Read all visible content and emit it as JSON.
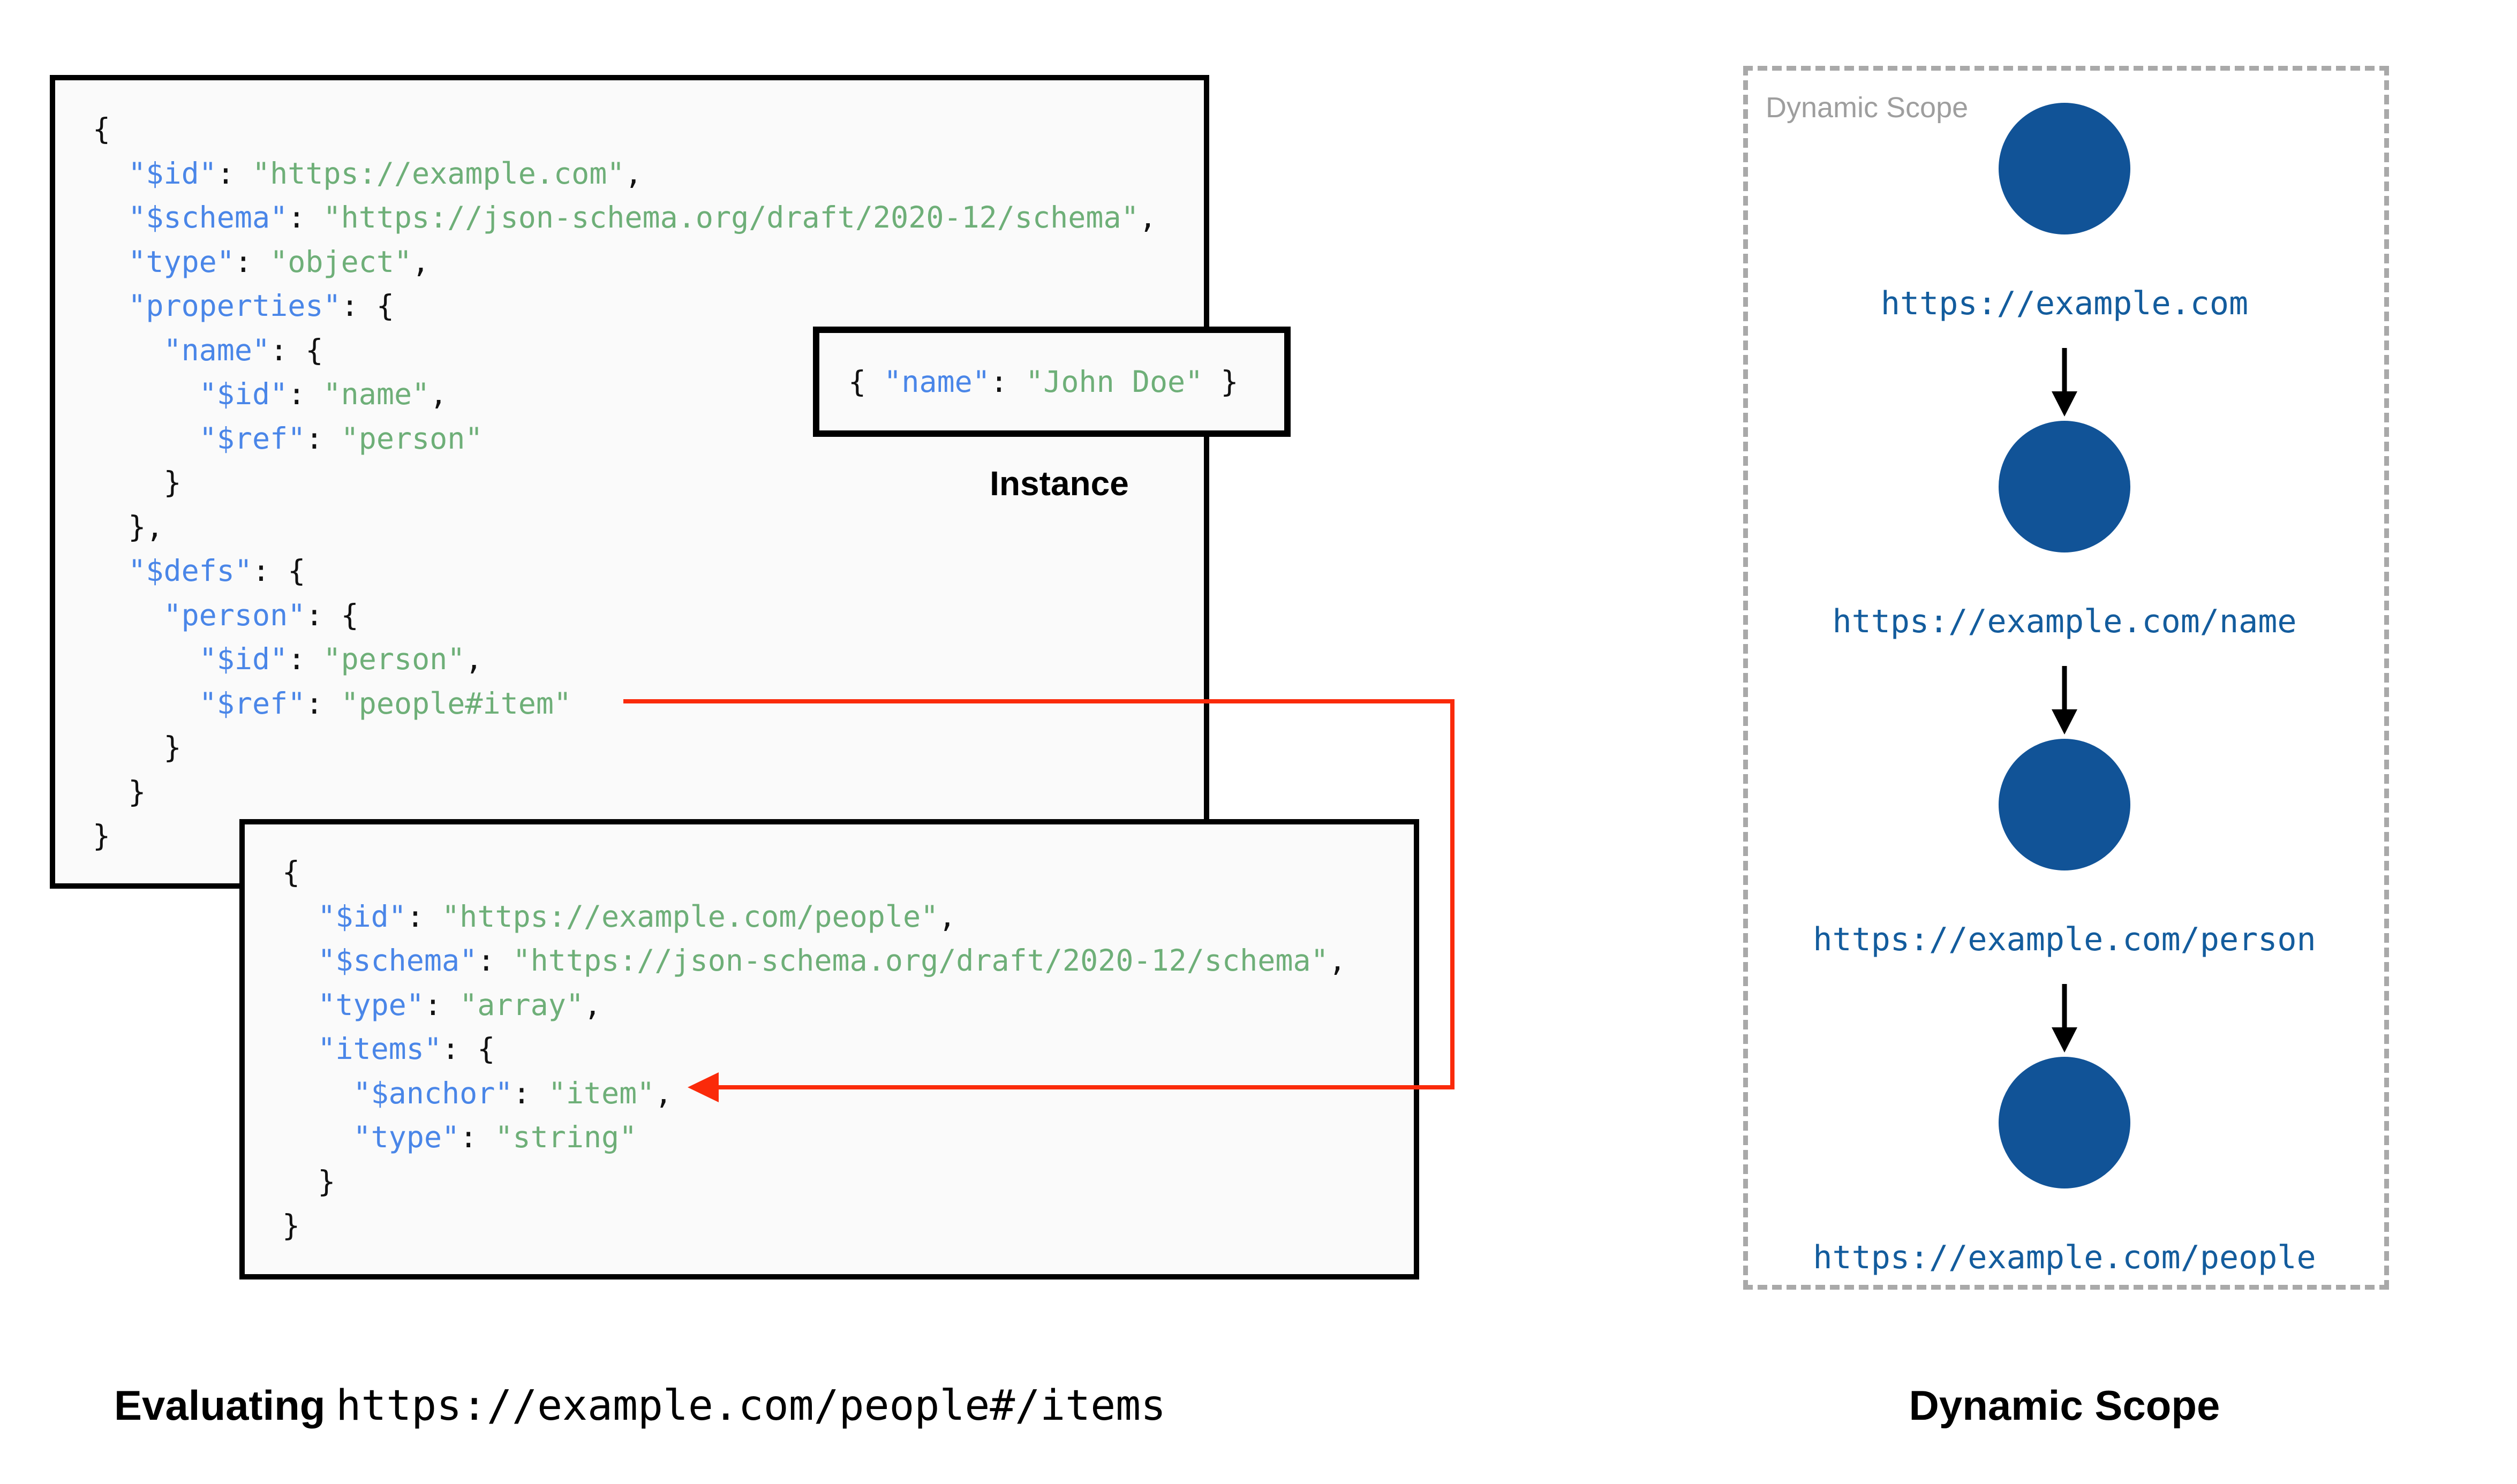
{
  "palette": {
    "key_color": "#4a86e8",
    "string_color": "#6eaf78",
    "punctuation_color": "#111111",
    "red_arrow_color": "#fa2a0a",
    "circle_color": "#115397",
    "url_text_color": "#135c9d",
    "box_background": "#fafafa",
    "gray_label_color": "#9e9e9e",
    "dashed_border_color": "#a9a9a9"
  },
  "schema1_lines": [
    [
      [
        "p",
        "{"
      ]
    ],
    [
      [
        "p",
        "  "
      ],
      [
        "k",
        "\"$id\""
      ],
      [
        "p",
        ": "
      ],
      [
        "s",
        "\"https://example.com\""
      ],
      [
        "p",
        ","
      ]
    ],
    [
      [
        "p",
        "  "
      ],
      [
        "k",
        "\"$schema\""
      ],
      [
        "p",
        ": "
      ],
      [
        "s",
        "\"https://json-schema.org/draft/2020-12/schema\""
      ],
      [
        "p",
        ","
      ]
    ],
    [
      [
        "p",
        "  "
      ],
      [
        "k",
        "\"type\""
      ],
      [
        "p",
        ": "
      ],
      [
        "s",
        "\"object\""
      ],
      [
        "p",
        ","
      ]
    ],
    [
      [
        "p",
        "  "
      ],
      [
        "k",
        "\"properties\""
      ],
      [
        "p",
        ": {"
      ]
    ],
    [
      [
        "p",
        "    "
      ],
      [
        "k",
        "\"name\""
      ],
      [
        "p",
        ": {"
      ]
    ],
    [
      [
        "p",
        "      "
      ],
      [
        "k",
        "\"$id\""
      ],
      [
        "p",
        ": "
      ],
      [
        "s",
        "\"name\""
      ],
      [
        "p",
        ","
      ]
    ],
    [
      [
        "p",
        "      "
      ],
      [
        "k",
        "\"$ref\""
      ],
      [
        "p",
        ": "
      ],
      [
        "s",
        "\"person\""
      ]
    ],
    [
      [
        "p",
        "    }"
      ]
    ],
    [
      [
        "p",
        "  },"
      ]
    ],
    [
      [
        "p",
        "  "
      ],
      [
        "k",
        "\"$defs\""
      ],
      [
        "p",
        ": {"
      ]
    ],
    [
      [
        "p",
        "    "
      ],
      [
        "k",
        "\"person\""
      ],
      [
        "p",
        ": {"
      ]
    ],
    [
      [
        "p",
        "      "
      ],
      [
        "k",
        "\"$id\""
      ],
      [
        "p",
        ": "
      ],
      [
        "s",
        "\"person\""
      ],
      [
        "p",
        ","
      ]
    ],
    [
      [
        "p",
        "      "
      ],
      [
        "k",
        "\"$ref\""
      ],
      [
        "p",
        ": "
      ],
      [
        "s",
        "\"people#item\""
      ]
    ],
    [
      [
        "p",
        "    }"
      ]
    ],
    [
      [
        "p",
        "  }"
      ]
    ],
    [
      [
        "p",
        "}"
      ]
    ]
  ],
  "schema2_lines": [
    [
      [
        "p",
        "{"
      ]
    ],
    [
      [
        "p",
        "  "
      ],
      [
        "k",
        "\"$id\""
      ],
      [
        "p",
        ": "
      ],
      [
        "s",
        "\"https://example.com/people\""
      ],
      [
        "p",
        ","
      ]
    ],
    [
      [
        "p",
        "  "
      ],
      [
        "k",
        "\"$schema\""
      ],
      [
        "p",
        ": "
      ],
      [
        "s",
        "\"https://json-schema.org/draft/2020-12/schema\""
      ],
      [
        "p",
        ","
      ]
    ],
    [
      [
        "p",
        "  "
      ],
      [
        "k",
        "\"type\""
      ],
      [
        "p",
        ": "
      ],
      [
        "s",
        "\"array\""
      ],
      [
        "p",
        ","
      ]
    ],
    [
      [
        "p",
        "  "
      ],
      [
        "k",
        "\"items\""
      ],
      [
        "p",
        ": {"
      ]
    ],
    [
      [
        "p",
        "    "
      ],
      [
        "k",
        "\"$anchor\""
      ],
      [
        "p",
        ": "
      ],
      [
        "s",
        "\"item\""
      ],
      [
        "p",
        ","
      ]
    ],
    [
      [
        "p",
        "    "
      ],
      [
        "k",
        "\"type\""
      ],
      [
        "p",
        ": "
      ],
      [
        "s",
        "\"string\""
      ]
    ],
    [
      [
        "p",
        "  }"
      ]
    ],
    [
      [
        "p",
        "}"
      ]
    ]
  ],
  "instance_lines": [
    [
      [
        "p",
        "{ "
      ],
      [
        "k",
        "\"name\""
      ],
      [
        "p",
        ": "
      ],
      [
        "s",
        "\"John Doe\""
      ],
      [
        "p",
        " }"
      ]
    ]
  ],
  "instance_label": "Instance",
  "red_arrow": {
    "from": "\"$ref\": \"people#item\"",
    "to": "\"$anchor\": \"item\""
  },
  "scope_panel": {
    "title": "Dynamic Scope",
    "nodes": [
      "https://example.com",
      "https://example.com/name",
      "https://example.com/person",
      "https://example.com/people"
    ]
  },
  "captions": {
    "evaluating": "Evaluating",
    "evaluating_target": "https://example.com/people#/items",
    "dynamic_scope": "Dynamic Scope"
  }
}
